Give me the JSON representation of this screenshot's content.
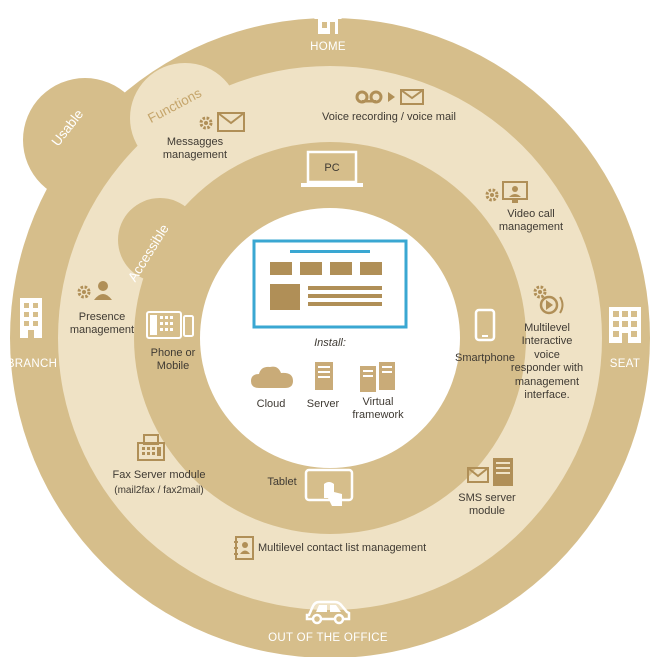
{
  "colors": {
    "outer": "#d6be8b",
    "middle": "#efe2c5",
    "inner": "#d6be8b",
    "center": "#ffffff",
    "screen": "#3aa7d2",
    "icon": "#b08f57",
    "tag_text": "#ffffff"
  },
  "outer_ring": {
    "home": "HOME",
    "branch": "BRANCH",
    "seat": "SEAT",
    "out_of_office": "OUT OF THE OFFICE"
  },
  "tags": {
    "usable": "Usable",
    "functions": "Functions",
    "accessible": "Accessible"
  },
  "functions": {
    "messages": "Messagges management",
    "voice": "Voice recording / voice mail",
    "video": "Video call management",
    "presence": "Presence management",
    "ivr": "Multilevel Interactive voice responder with management interface.",
    "fax": "Fax Server module",
    "fax_sub": "(mail2fax / fax2mail)",
    "sms": "SMS server module",
    "contacts": "Multilevel contact list management"
  },
  "devices": {
    "pc": "PC",
    "phone": "Phone or Mobile",
    "smartphone": "Smartphone",
    "tablet": "Tablet"
  },
  "install": {
    "title": "Install:",
    "cloud": "Cloud",
    "server": "Server",
    "virtual": "Virtual framework"
  }
}
